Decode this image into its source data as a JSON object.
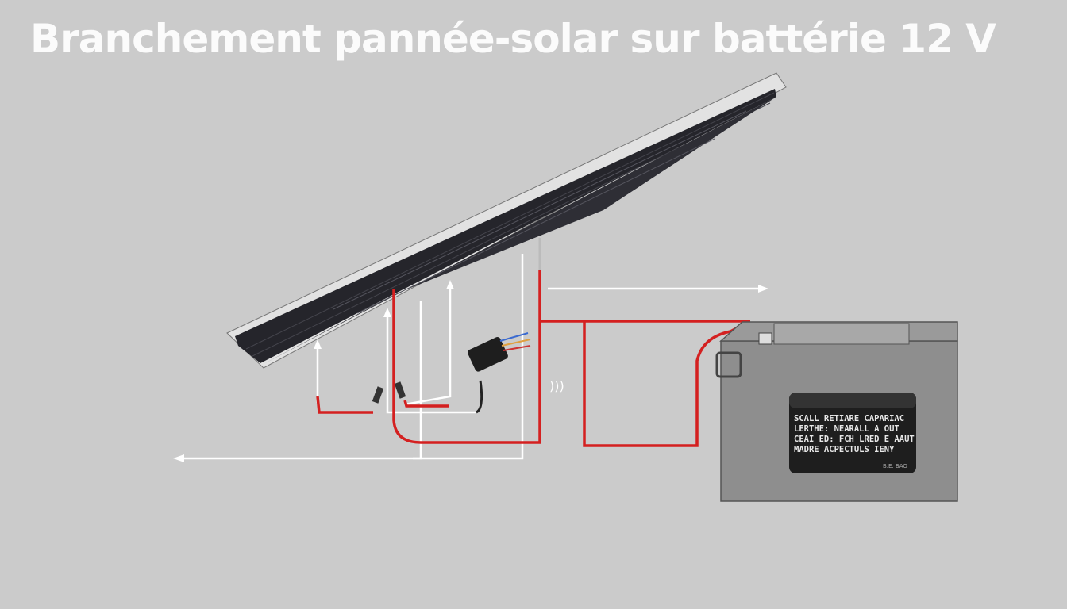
{
  "title": "Branchement pannée-solar sur battérie 12 V",
  "battery": {
    "label_lines": [
      "SCALL RETIARE CAPARIAC",
      "LERTHE: NEARALL A OUT",
      "CEAI ED: FCH LRED E AAUT",
      "MADRE ACPECTULS IENY"
    ],
    "small_label": "B.E. BAO"
  },
  "colors": {
    "background": "#cbcbcb",
    "wire_red": "#d42020",
    "wire_white": "#ffffff",
    "panel": "#2a2a30",
    "battery": "#8a8a8a"
  }
}
